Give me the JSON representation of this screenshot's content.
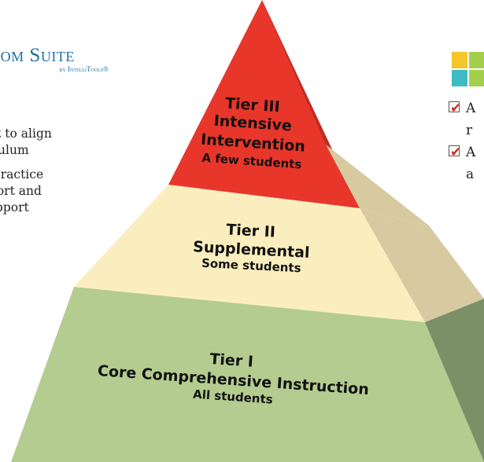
{
  "brand": {
    "name": "Room Suite",
    "sub": "by IntelliTools®"
  },
  "left_bullets": [
    {
      "lines": [
        "ent to align",
        "riculum"
      ]
    },
    {
      "lines": [
        "d practice",
        "pport and",
        "support"
      ]
    }
  ],
  "right_checks": [
    {
      "lines": [
        "A",
        "r"
      ]
    },
    {
      "lines": [
        "A",
        "a"
      ]
    }
  ],
  "pyramid": {
    "tier3": {
      "title": "Tier III",
      "name1": "Intensive",
      "name2": "Intervention",
      "scope": "A few students",
      "color": "#e8362b"
    },
    "tier2": {
      "title": "Tier II",
      "name": "Supplemental",
      "scope": "Some students",
      "color": "#fbeebe"
    },
    "tier1": {
      "title": "Tier I",
      "name": "Core Comprehensive Instruction",
      "scope": "All students",
      "color": "#b5cc90"
    }
  },
  "logo_colors": [
    "#f5c52a",
    "#a4cf4c",
    "#3dbcc4",
    "#a4cf4c"
  ]
}
